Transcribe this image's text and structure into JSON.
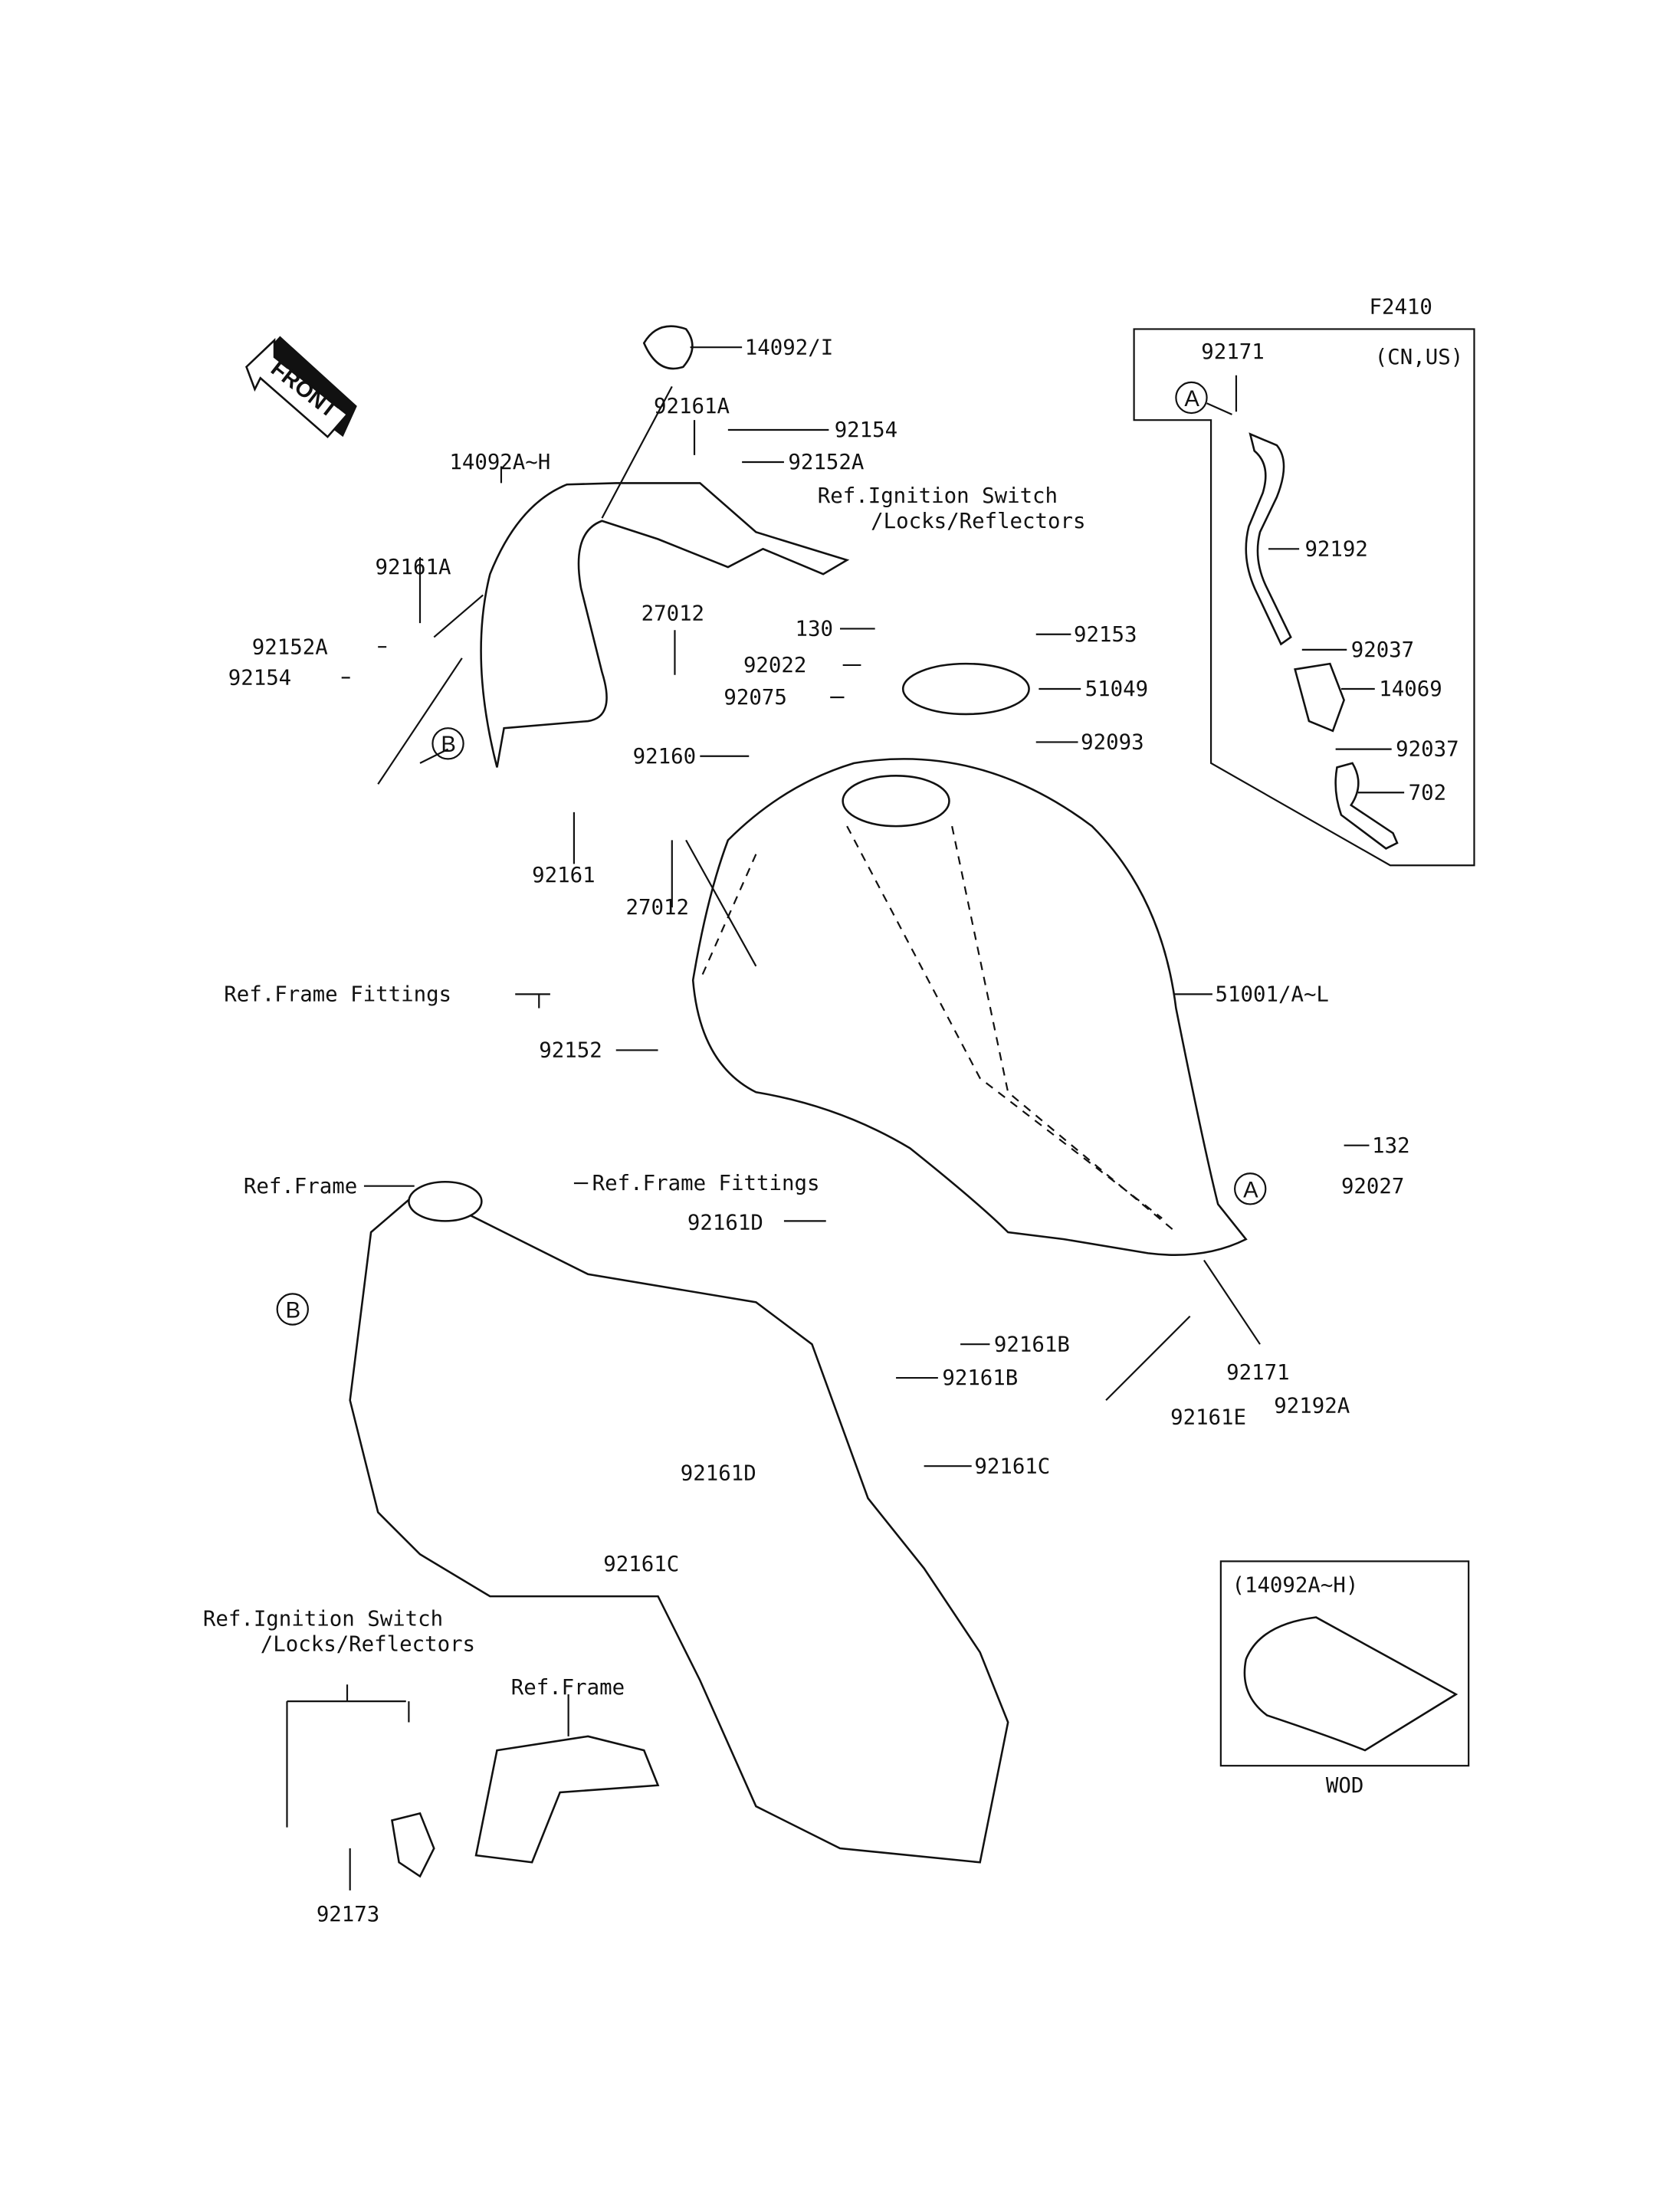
{
  "diagram_code": "F2410",
  "inset_region": "(CN,US)",
  "front_arrow": "FRONT",
  "callouts": {
    "a": "A",
    "b": "B"
  },
  "labels": {
    "p92171_inset": "92171",
    "p92192": "92192",
    "p92037_a": "92037",
    "p14069": "14069",
    "p92037_b": "92037",
    "p702": "702",
    "p14092I": "14092/I",
    "p92161A_top": "92161A",
    "p92154_top": "92154",
    "p92152A_top": "92152A",
    "p14092AH": "14092A~H",
    "ref_ign_1": "Ref.Ignition Switch",
    "ref_ign_2": "/Locks/Reflectors",
    "p92161A_left": "92161A",
    "p92152A_left": "92152A",
    "p92154_left": "92154",
    "p27012_a": "27012",
    "p130": "130",
    "p92153": "92153",
    "p92022": "92022",
    "p92075": "92075",
    "p51049": "51049",
    "p92093": "92093",
    "p92160": "92160",
    "p92161": "92161",
    "p27012_b": "27012",
    "ref_frame_fittings_1": "Ref.Frame Fittings",
    "p51001": "51001/A~L",
    "p92152": "92152",
    "p132": "132",
    "ref_frame_1": "Ref.Frame",
    "ref_frame_fittings_2": "Ref.Frame Fittings",
    "p92027": "92027",
    "p92161D_a": "92161D",
    "p92161B_a": "92161B",
    "p92161B_b": "92161B",
    "p92171": "92171",
    "p92192A": "92192A",
    "p92161E": "92161E",
    "p92161D_b": "92161D",
    "p92161C_a": "92161C",
    "p92161C_b": "92161C",
    "ref_ign_3": "Ref.Ignition Switch",
    "ref_ign_4": "/Locks/Reflectors",
    "ref_frame_2": "Ref.Frame",
    "p92173": "92173"
  },
  "seat_inset": {
    "title": "(14092A~H)",
    "caption": "WOD"
  }
}
